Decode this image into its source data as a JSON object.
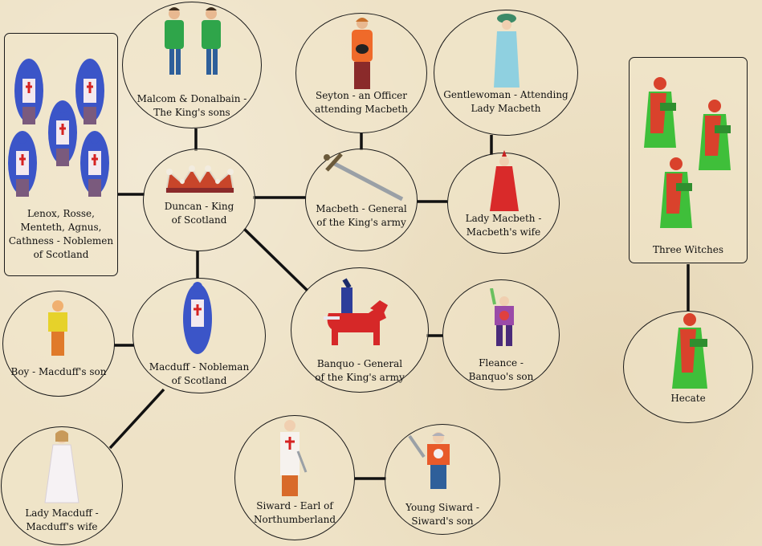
{
  "nodes": {
    "noblemen": "Lenox, Rosse,\nMenteth, Agnus,\nCathness - Noblemen\nof Scotland",
    "malcom": "Malcom & Donalbain -\nThe King's sons",
    "seyton": "Seyton - an Officer\nattending Macbeth",
    "gentlewoman": "Gentlewoman - Attending\nLady Macbeth",
    "witches": "Three Witches",
    "duncan": "Duncan - King\nof Scotland",
    "macbeth": "Macbeth - General\nof the King's army",
    "ladymacbeth": "Lady Macbeth -\nMacbeth's wife",
    "boy": "Boy - Macduff's son",
    "macduff": "Macduff - Nobleman\nof Scotland",
    "banquo": "Banquo - General\nof the King's army",
    "fleance": "Fleance -\nBanquo's son",
    "hecate": "Hecate",
    "ladymacduff": "Lady Macduff -\nMacduff's wife",
    "siward": "Siward - Earl of\nNorthumberland",
    "youngsiward": "Young Siward -\nSiward's son"
  },
  "icons": {
    "knight": "knight-figure-icon",
    "crown": "crown-icon",
    "sword": "sword-icon",
    "witch": "witch-figure-icon",
    "horse": "horse-rider-icon"
  },
  "colors": {
    "knight_tunic": "#3b55c8",
    "witch_dress": "#3fbf3a",
    "witch_cloak": "#d9422c",
    "lady_dress": "#d92a2a",
    "line": "#111111"
  }
}
